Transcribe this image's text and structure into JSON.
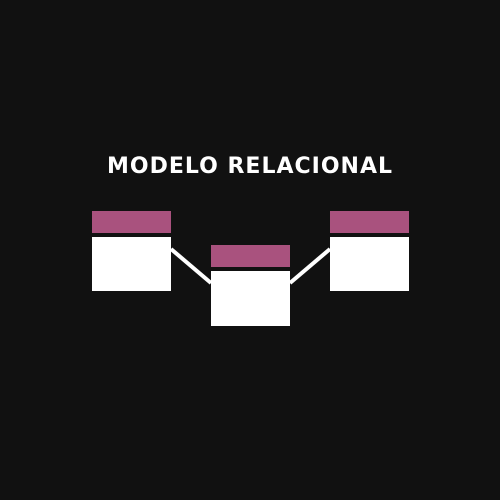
{
  "title": "MODELO RELACIONAL",
  "colors": {
    "background": "#111111",
    "table_header": "#a9527e",
    "table_body": "#ffffff",
    "connector": "#ffffff",
    "title_text": "#ffffff"
  },
  "diagram": {
    "tables": [
      {
        "name": "table-left"
      },
      {
        "name": "table-center"
      },
      {
        "name": "table-right"
      }
    ],
    "connections": [
      {
        "from": "table-left",
        "to": "table-center"
      },
      {
        "from": "table-center",
        "to": "table-right"
      }
    ]
  }
}
